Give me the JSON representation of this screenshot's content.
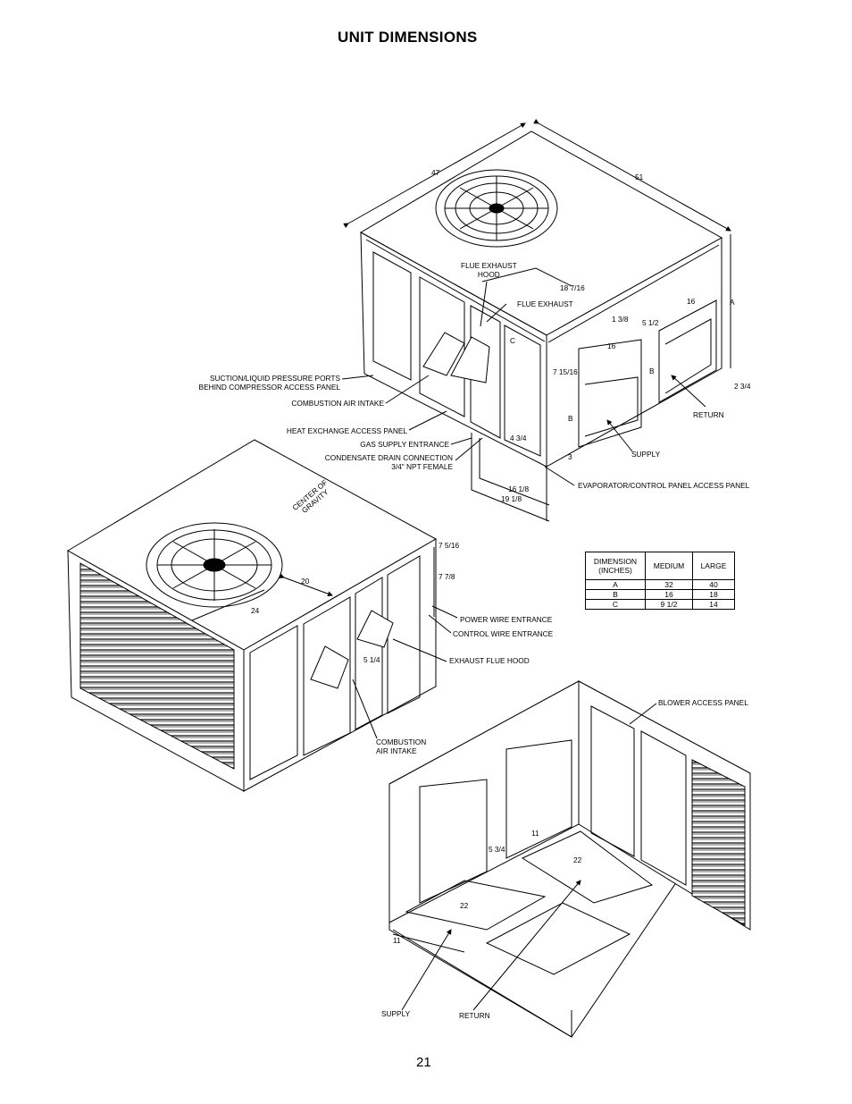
{
  "page": {
    "title": "UNIT DIMENSIONS",
    "page_number": "21"
  },
  "top_view": {
    "dimensions": {
      "d47": "47",
      "d51": "51",
      "d18_7_16": "18 7/16",
      "d1_3_8": "1 3/8",
      "d5_1_2": "5 1/2",
      "d16_top": "16",
      "d16_mid": "16",
      "dA": "A",
      "dB_right": "B",
      "dB_left": "B",
      "dC": "C",
      "d7_15_16": "7 15/16",
      "d2_3_4": "2 3/4",
      "d4_3_4": "4 3/4",
      "d3": "3",
      "d16_1_8": "16 1/8",
      "d19_1_8": "19 1/8"
    },
    "labels": {
      "flue_exhaust_hood": "FLUE EXHAUST\nHOOD",
      "flue_exhaust": "FLUE EXHAUST",
      "suction_ports_1": "SUCTION/LIQUID PRESSURE PORTS",
      "suction_ports_2": "BEHIND COMPRESSOR ACCESS PANEL",
      "combustion_air_intake": "COMBUSTION AIR INTAKE",
      "heat_exchange_panel": "HEAT EXCHANGE ACCESS PANEL",
      "gas_supply": "GAS SUPPLY  ENTRANCE",
      "condensate_1": "CONDENSATE DRAIN CONNECTION",
      "condensate_2": "3/4\" NPT FEMALE",
      "return": "RETURN",
      "supply": "SUPPLY",
      "evap_panel": "EVAPORATOR/CONTROL PANEL ACCESS PANEL"
    }
  },
  "middle_view": {
    "center_of_gravity": "CENTER OF\nGRAVITY",
    "dimensions": {
      "d20": "20",
      "d24": "24",
      "d7_5_16": "7 5/16",
      "d7_7_8": "7 7/8",
      "d5_1_4": "5 1/4"
    },
    "labels": {
      "power_wire": "POWER WIRE ENTRANCE",
      "control_wire": "CONTROL WIRE ENTRANCE",
      "exhaust_flue_hood": "EXHAUST FLUE HOOD",
      "combustion_air_intake": "COMBUSTION\nAIR INTAKE"
    }
  },
  "dimension_table": {
    "headers": [
      "DIMENSION\n(INCHES)",
      "MEDIUM",
      "LARGE"
    ],
    "rows": [
      [
        "A",
        "32",
        "40"
      ],
      [
        "B",
        "16",
        "18"
      ],
      [
        "C",
        "9 1/2",
        "14"
      ]
    ]
  },
  "bottom_view": {
    "dimensions": {
      "d11_top": "11",
      "d5_3_4": "5 3/4",
      "d22_right": "22",
      "d22_left": "22",
      "d11_bottom": "11"
    },
    "labels": {
      "blower_panel": "BLOWER ACCESS PANEL",
      "supply": "SUPPLY",
      "return": "RETURN"
    }
  }
}
